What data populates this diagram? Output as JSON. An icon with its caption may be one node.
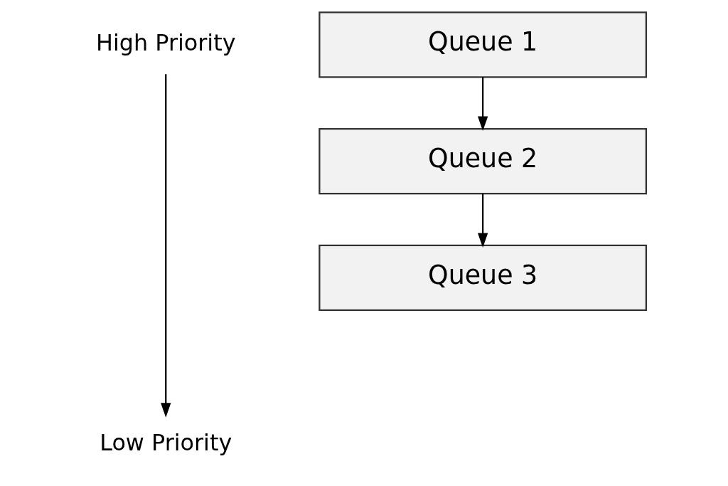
{
  "diagram": {
    "nodes": [
      {
        "text": [
          "High Priority"
        ]
      },
      {
        "text": [
          "Queue 1"
        ]
      },
      {
        "text": [
          "Queue 2"
        ]
      },
      {
        "text": [
          "Queue 3"
        ]
      },
      {
        "text": [
          "Low Priority"
        ]
      }
    ],
    "edges": [
      {
        "from": 1,
        "to": 2,
        "arrow": "to"
      },
      {
        "from": 2,
        "to": 3,
        "arrow": "to"
      },
      {
        "from": 0,
        "to": 4,
        "arrow": "to"
      }
    ]
  }
}
